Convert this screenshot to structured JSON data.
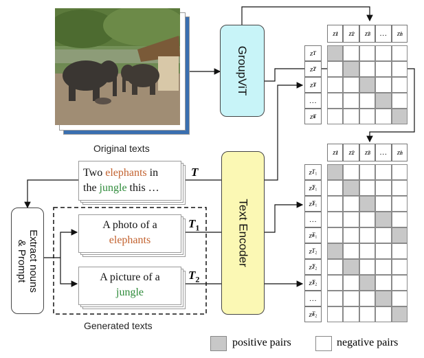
{
  "image": {
    "description": "elephants-photo"
  },
  "labels": {
    "original_texts": "Original texts",
    "generated_texts": "Generated texts",
    "groupvit": "GroupViT",
    "text_encoder": "Text Encoder",
    "extract": "Extract nouns\n& Prompt",
    "T": "T",
    "T1": "T",
    "T1_sub": "1",
    "T2": "T",
    "T2_sub": "2"
  },
  "texts": {
    "orig_line1_a": "Two ",
    "orig_line1_b": "elephants",
    "orig_line1_c": " in",
    "orig_line2_a": "the ",
    "orig_line2_b": "jungle",
    "orig_line2_c": " this …",
    "gen1_line1": "A photo of a",
    "gen1_line2": "elephants",
    "gen2_line1": "A picture of a",
    "gen2_line2": "jungle"
  },
  "matrix_top": {
    "image_header": [
      "z1I",
      "z2I",
      "z3I",
      "…",
      "znI"
    ],
    "text_rows": [
      "z1T",
      "z2T",
      "z3T",
      "…",
      "znT"
    ]
  },
  "matrix_bottom": {
    "image_header": [
      "z1I",
      "z2I",
      "z3I",
      "…",
      "znI"
    ],
    "text_rows": [
      "z1T1",
      "z2T1",
      "z3T1",
      "…",
      "znT1",
      "z1T2",
      "z2T2",
      "z3T2",
      "…",
      "znT2"
    ]
  },
  "legend": {
    "positive": "positive pairs",
    "negative": "negative pairs"
  },
  "colors": {
    "groupvit": "#c8f4f8",
    "text_encoder": "#fbf8b4",
    "positive": "#c8c8c8",
    "orange": "#c2622f",
    "green": "#2e8b3a"
  }
}
